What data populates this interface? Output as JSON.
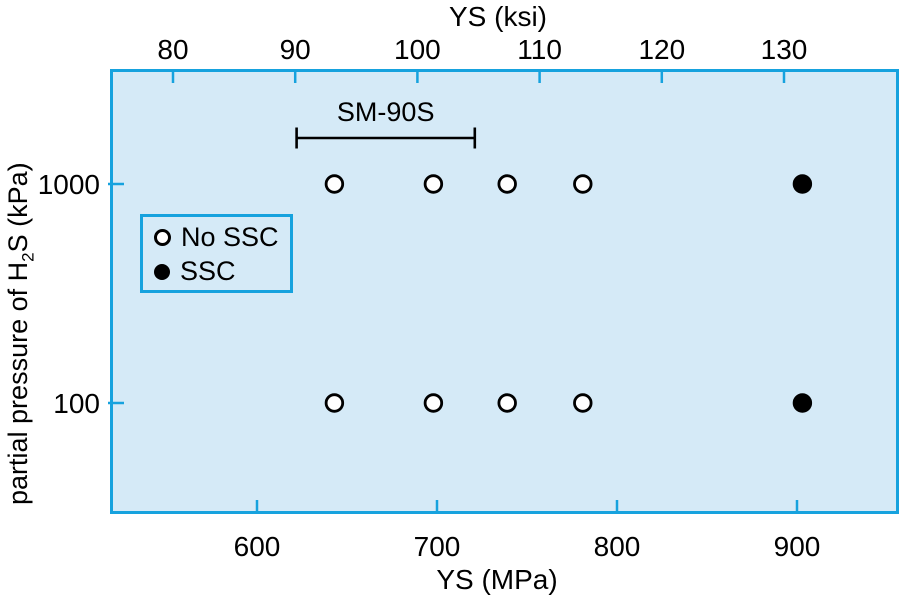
{
  "colors": {
    "plot_bg": "#D5EAF7",
    "axis_blue": "#16A2DE",
    "marker_black": "#000000",
    "text": "#000000"
  },
  "axes": {
    "top": {
      "title": "YS (ksi)"
    },
    "bottom": {
      "title": "YS (MPa)"
    },
    "left": {
      "title_pre": "partial pressure of H",
      "title_sub": "2",
      "title_post": "S (kPa)"
    }
  },
  "legend": {
    "items": [
      {
        "marker": "open-circle",
        "label": "No SSC"
      },
      {
        "marker": "filled-circle",
        "label": "SSC"
      }
    ]
  },
  "chart_data": {
    "type": "scatter",
    "xlabel_bottom": "YS (MPa)",
    "xlabel_top": "YS (ksi)",
    "ylabel": "partial pressure of H2S (kPa)",
    "x_axis_bottom": {
      "unit": "MPa",
      "ticks": [
        600,
        700,
        800,
        900
      ],
      "range": [
        519,
        956
      ]
    },
    "x_axis_top": {
      "unit": "ksi",
      "ticks": [
        80,
        90,
        100,
        110,
        120,
        130
      ]
    },
    "y_axis": {
      "unit": "kPa",
      "scale": "log",
      "ticks": [
        1000,
        100
      ],
      "range": [
        30,
        3300
      ]
    },
    "grid": false,
    "legend_position": "upper-left-inside",
    "series": [
      {
        "name": "No SSC",
        "marker": "open-circle",
        "points_mpa_kpa": [
          [
            643,
            1000
          ],
          [
            698,
            1000
          ],
          [
            739,
            1000
          ],
          [
            781,
            1000
          ],
          [
            643,
            100
          ],
          [
            698,
            100
          ],
          [
            739,
            100
          ],
          [
            781,
            100
          ]
        ]
      },
      {
        "name": "SSC",
        "marker": "filled-circle",
        "points_mpa_kpa": [
          [
            903,
            1000
          ],
          [
            903,
            100
          ]
        ]
      }
    ],
    "annotations": [
      {
        "type": "range-bracket",
        "label": "SM-90S",
        "x_range_mpa": [
          622,
          721
        ],
        "y_kpa": 1600
      }
    ]
  }
}
